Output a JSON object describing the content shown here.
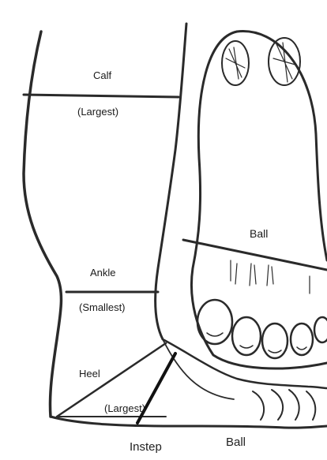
{
  "diagram": {
    "labels": {
      "calf": "Calf",
      "calf_note": "(Largest)",
      "ankle": "Ankle",
      "ankle_note": "(Smallest)",
      "heel": "Heel",
      "heel_note": "(Largest)",
      "ball_inside": "Ball"
    },
    "captions": {
      "instep": "Instep",
      "ball": "Ball"
    },
    "colors": {
      "ink": "#2a2a2a",
      "marker_line": "#111111",
      "paper": "#ffffff"
    }
  }
}
